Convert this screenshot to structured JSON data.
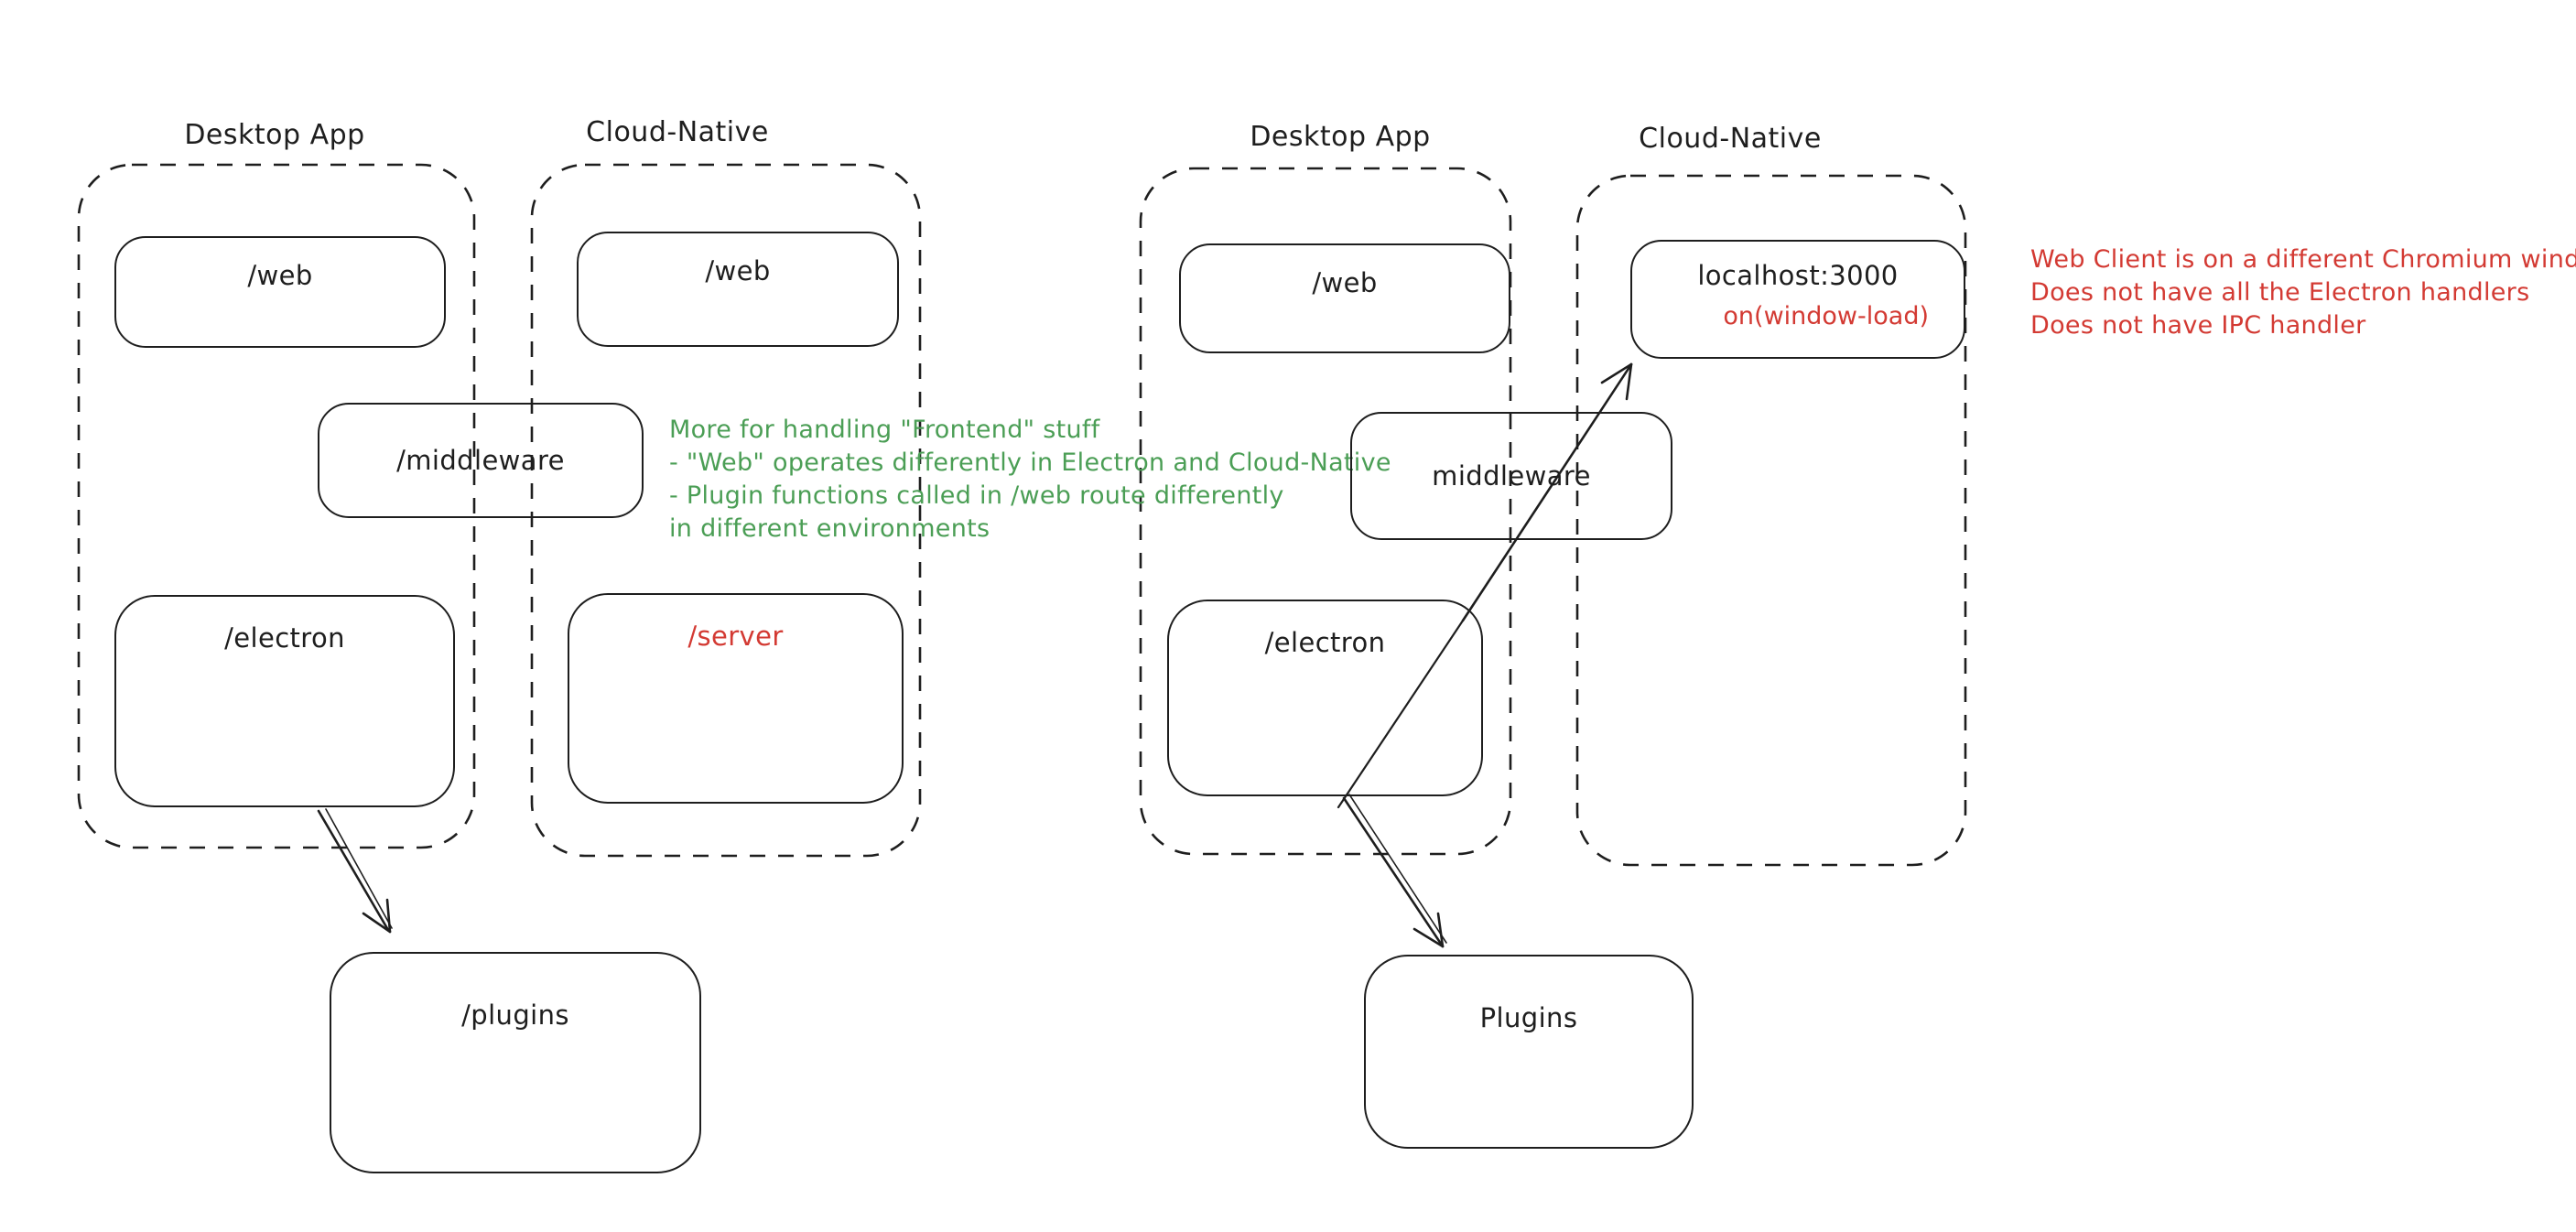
{
  "colors": {
    "ink": "#1e1e1e",
    "annotation_green": "#4b9e55",
    "annotation_red": "#d33a33",
    "background": "#ffffff"
  },
  "left_diagram": {
    "desktop_label": "Desktop App",
    "cloud_label": "Cloud-Native",
    "boxes": {
      "web_desktop": "/web",
      "web_cloud": "/web",
      "middleware": "/middleware",
      "electron": "/electron",
      "server": "/server",
      "plugins": "/plugins"
    },
    "note_green": {
      "lines": [
        "More for handling \"Frontend\" stuff",
        "- \"Web\" operates differently in Electron and Cloud-Native",
        "- Plugin functions called in /web route differently",
        "in different environments"
      ]
    }
  },
  "right_diagram": {
    "desktop_label": "Desktop App",
    "cloud_label": "Cloud-Native",
    "boxes": {
      "web": "/web",
      "localhost": "localhost:3000",
      "localhost_sub": "on(window-load)",
      "middleware": "middleware",
      "electron": "/electron",
      "plugins": "Plugins"
    },
    "note_red": {
      "lines": [
        "Web Client is on a different Chromium window",
        "Does not have all the Electron handlers",
        "Does not have IPC handler"
      ]
    }
  }
}
